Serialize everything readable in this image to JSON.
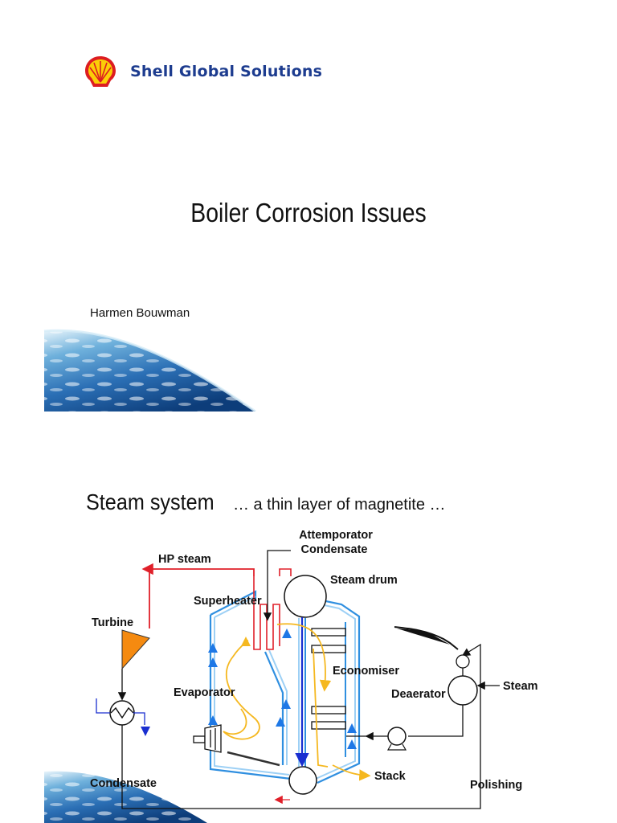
{
  "slide1": {
    "brand": {
      "logo_icon": "shell-pecten-icon",
      "name": "Shell Global Solutions"
    },
    "title": "Boiler Corrosion Issues",
    "author": "Harmen Bouwman"
  },
  "slide2": {
    "title_main": "Steam system",
    "title_sub": " … a thin layer of magnetite …",
    "diagram": {
      "labels": {
        "attemporator": "Attemporator",
        "condensate_top": "Condensate",
        "hp_steam": "HP steam",
        "steam_drum": "Steam drum",
        "superheater": "Superheater",
        "turbine": "Turbine",
        "economiser": "Economiser",
        "steam": "Steam",
        "evaporator": "Evaporator",
        "deaerator": "Deaerator",
        "stack": "Stack",
        "condensate": "Condensate",
        "polishing": "Polishing"
      }
    }
  },
  "colors": {
    "brand_blue": "#1d3c8f",
    "shell_red": "#dd1d21",
    "shell_yellow": "#fbce07",
    "steam_red": "#e0202a",
    "water_blue": "#1e78e6",
    "flue_yellow": "#f5b820",
    "turbine_orange": "#f58a10"
  }
}
